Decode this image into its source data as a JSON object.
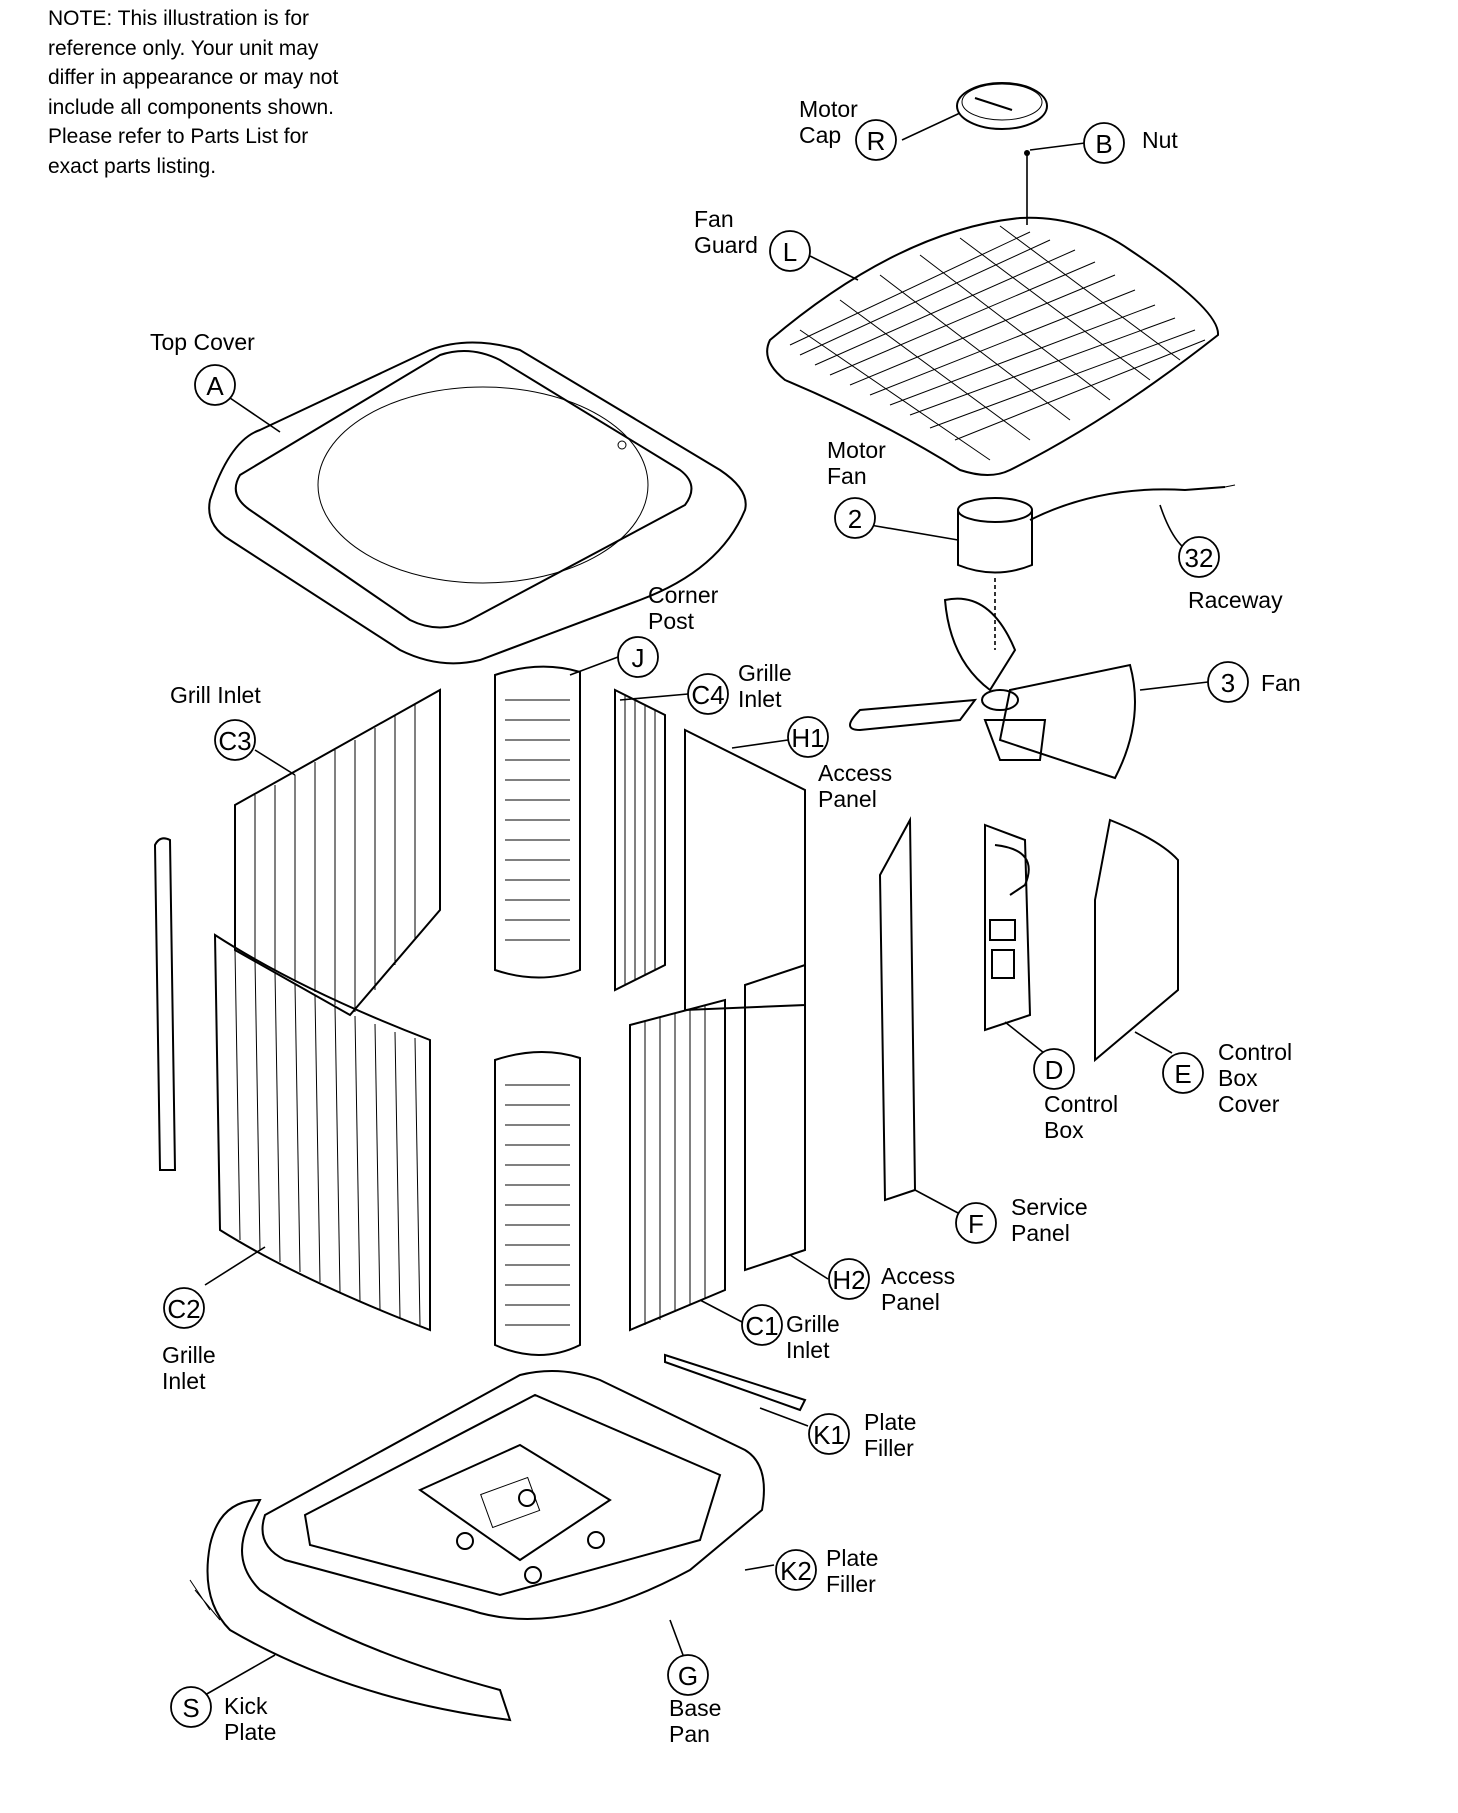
{
  "note": "NOTE: This illustration is for\nreference only.  Your unit may\ndiffer in appearance or may not\ninclude all components shown.\nPlease refer to Parts List for\nexact parts listing.",
  "callouts": {
    "R": {
      "code": "R",
      "label1": "Motor",
      "label2": "Cap"
    },
    "B": {
      "code": "B",
      "label1": "Nut"
    },
    "L": {
      "code": "L",
      "label1": "Fan",
      "label2": "Guard"
    },
    "A": {
      "code": "A",
      "label1": "Top Cover"
    },
    "2": {
      "code": "2",
      "label1": "Motor",
      "label2": "Fan"
    },
    "32": {
      "code": "32",
      "label1": "Raceway"
    },
    "J": {
      "code": "J",
      "label1": "Corner",
      "label2": "Post"
    },
    "C4": {
      "code": "C4",
      "label1": "Grille",
      "label2": "Inlet"
    },
    "3": {
      "code": "3",
      "label1": "Fan"
    },
    "C3": {
      "code": "C3",
      "label1": "Grill Inlet"
    },
    "H1": {
      "code": "H1",
      "label1": "Access",
      "label2": "Panel"
    },
    "D": {
      "code": "D",
      "label1": "Control",
      "label2": "Box"
    },
    "E": {
      "code": "E",
      "label1": "Control",
      "label2": "Box",
      "label3": "Cover"
    },
    "F": {
      "code": "F",
      "label1": "Service",
      "label2": "Panel"
    },
    "H2": {
      "code": "H2",
      "label1": "Access",
      "label2": "Panel"
    },
    "C2": {
      "code": "C2",
      "label1": "Grille",
      "label2": "Inlet"
    },
    "C1": {
      "code": "C1",
      "label1": "Grille",
      "label2": "Inlet"
    },
    "K1": {
      "code": "K1",
      "label1": "Plate",
      "label2": "Filler"
    },
    "K2": {
      "code": "K2",
      "label1": "Plate",
      "label2": "Filler"
    },
    "G": {
      "code": "G",
      "label1": "Base",
      "label2": "Pan"
    },
    "S": {
      "code": "S",
      "label1": "Kick",
      "label2": "Plate"
    }
  }
}
